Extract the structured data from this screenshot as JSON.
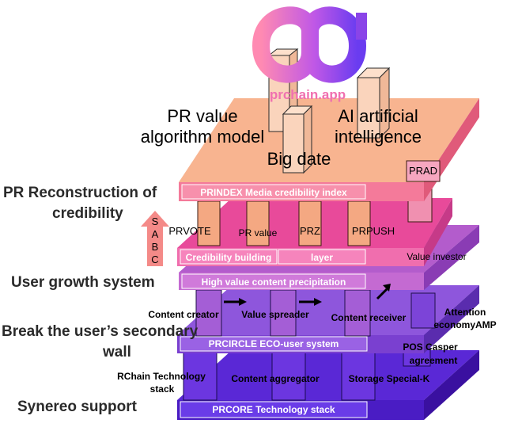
{
  "logo": {
    "wordmark": "prchain.app",
    "colors": [
      "#ff6fa8",
      "#b24fe0",
      "#6a3cf0"
    ]
  },
  "top_labels": {
    "pr_value_line1": "PR value",
    "pr_value_line2": "algorithm model",
    "big_date": "Big date",
    "ai_line1": "AI artificial",
    "ai_line2": "intelligence"
  },
  "side_labels": {
    "reconstruction_line1": "PR Reconstruction of",
    "reconstruction_line2": "credibility",
    "user_growth": "User growth system",
    "break_line1": "Break the user’s secondary",
    "break_line2": "wall",
    "synereo": "Synereo support"
  },
  "rank_letters": [
    "S",
    "A",
    "B",
    "C"
  ],
  "layers": {
    "prindex": "PRINDEX Media credibility index",
    "credibility_a": "Credibility building",
    "credibility_b": "layer",
    "high_value": "High value content precipitation",
    "prcircle": "PRCIRCLE ECO-user system",
    "prcore": "PRCORE Technology stack"
  },
  "pillar_labels": {
    "prad": "PRAD",
    "prvote": "PRVOTE",
    "pr_value": "PR value",
    "prz": "PRZ",
    "prpush": "PRPUSH",
    "value_investor": "Value investor",
    "content_creator": "Content creator",
    "value_spreader": "Value spreader",
    "content_receiver": "Content receiver",
    "attention_line1": "Attention",
    "attention_line2": "economyAMP",
    "pos_line1": "POS Casper",
    "pos_line2": "agreement",
    "rchain_line1": "RChain  Technology",
    "rchain_line2": "stack",
    "content_aggregator": "Content aggregator",
    "storage": "Storage Special-K"
  },
  "colors": {
    "top_plate": "#f8b490",
    "pink_plate": "#f07ab0",
    "mid_plate": "#d066c6",
    "purple_plate": "#8a52d8",
    "bottom_plate": "#5220d0",
    "arrow": "#f48a88"
  }
}
